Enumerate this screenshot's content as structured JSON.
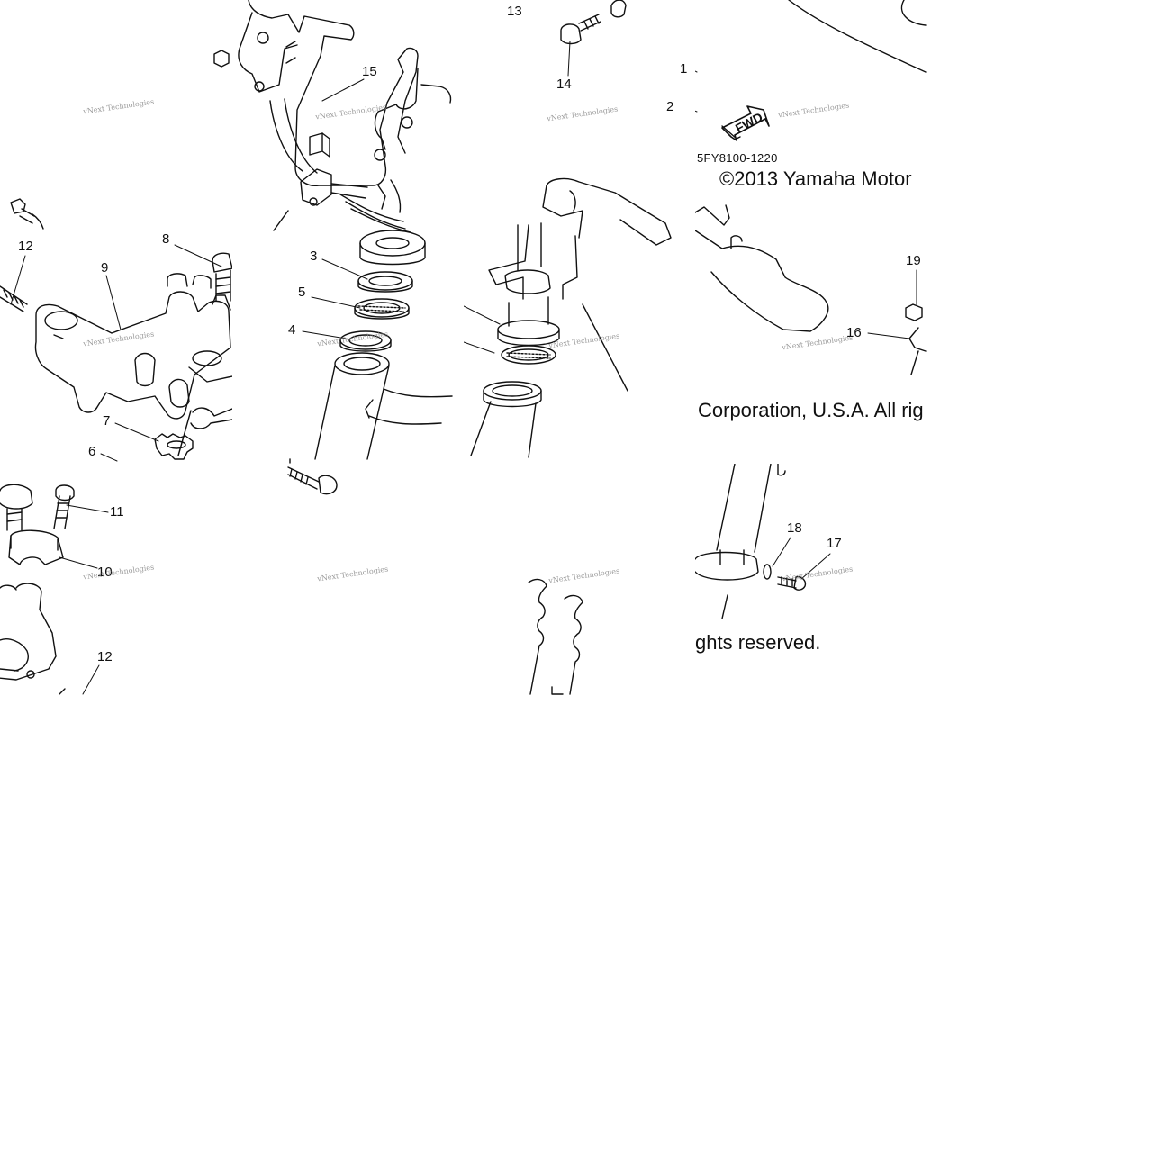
{
  "watermark": {
    "text": "vNext Technologies"
  },
  "diagram": {
    "part_code": "5FY8100-1220",
    "copyright_line_1": "©2013 Yamaha Motor",
    "copyright_line_2": "Corporation, U.S.A. All rig",
    "copyright_line_3": "ghts reserved.",
    "direction_arrow": "FWD"
  },
  "callouts": {
    "c1": "1",
    "c2": "2",
    "c3": "3",
    "c4": "4",
    "c5": "5",
    "c6": "6",
    "c7": "7",
    "c8": "8",
    "c9": "9",
    "c10": "10",
    "c11": "11",
    "c12a": "12",
    "c12b": "12",
    "c13": "13",
    "c14": "14",
    "c15": "15",
    "c16": "16",
    "c17": "17",
    "c18": "18",
    "c19": "19"
  }
}
